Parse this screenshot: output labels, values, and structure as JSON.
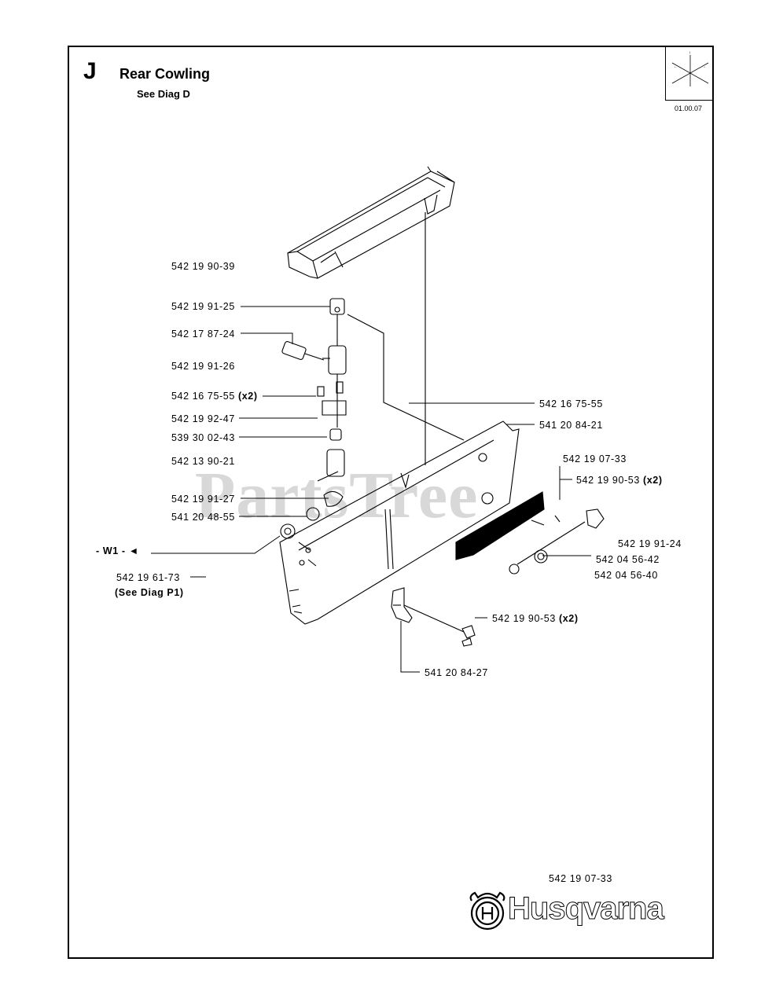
{
  "header": {
    "section_letter": "J",
    "title": "Rear Cowling",
    "subtitle": "See Diag D",
    "date": "01.00.07"
  },
  "watermark": "PartsTree",
  "callouts": [
    {
      "id": "c1",
      "part": "542 19 90-39"
    },
    {
      "id": "c2",
      "part": "542 19 91-25"
    },
    {
      "id": "c3",
      "part": "542 17 87-24"
    },
    {
      "id": "c4",
      "part": "542 19 91-26"
    },
    {
      "id": "c5",
      "part": "542 16 75-55",
      "qty": "(x2)"
    },
    {
      "id": "c6",
      "part": "542 19 92-47"
    },
    {
      "id": "c7",
      "part": "539 30 02-43"
    },
    {
      "id": "c8",
      "part": "542 13 90-21"
    },
    {
      "id": "c9",
      "part": "542 19 91-27"
    },
    {
      "id": "c10",
      "part": "541 20 48-55"
    },
    {
      "id": "c11",
      "part": "- W1 - ◄"
    },
    {
      "id": "c12",
      "part": "542 19 61-73"
    },
    {
      "id": "c13",
      "part": "(See Diag P1)"
    },
    {
      "id": "c14",
      "part": "542 16 75-55"
    },
    {
      "id": "c15",
      "part": "541 20 84-21"
    },
    {
      "id": "c16",
      "part": "542 19 07-33"
    },
    {
      "id": "c17",
      "part": "542 19 90-53",
      "qty": "(x2)"
    },
    {
      "id": "c18",
      "part": "542 19 91-24"
    },
    {
      "id": "c19",
      "part": "542 04 56-42"
    },
    {
      "id": "c20",
      "part": "542 04 56-40"
    },
    {
      "id": "c21",
      "part": "542 19 90-53",
      "qty": "(x2)"
    },
    {
      "id": "c22",
      "part": "541 20 84-27"
    }
  ],
  "footer": {
    "part_number": "542 19 07-33",
    "brand": "Husqvarna"
  }
}
